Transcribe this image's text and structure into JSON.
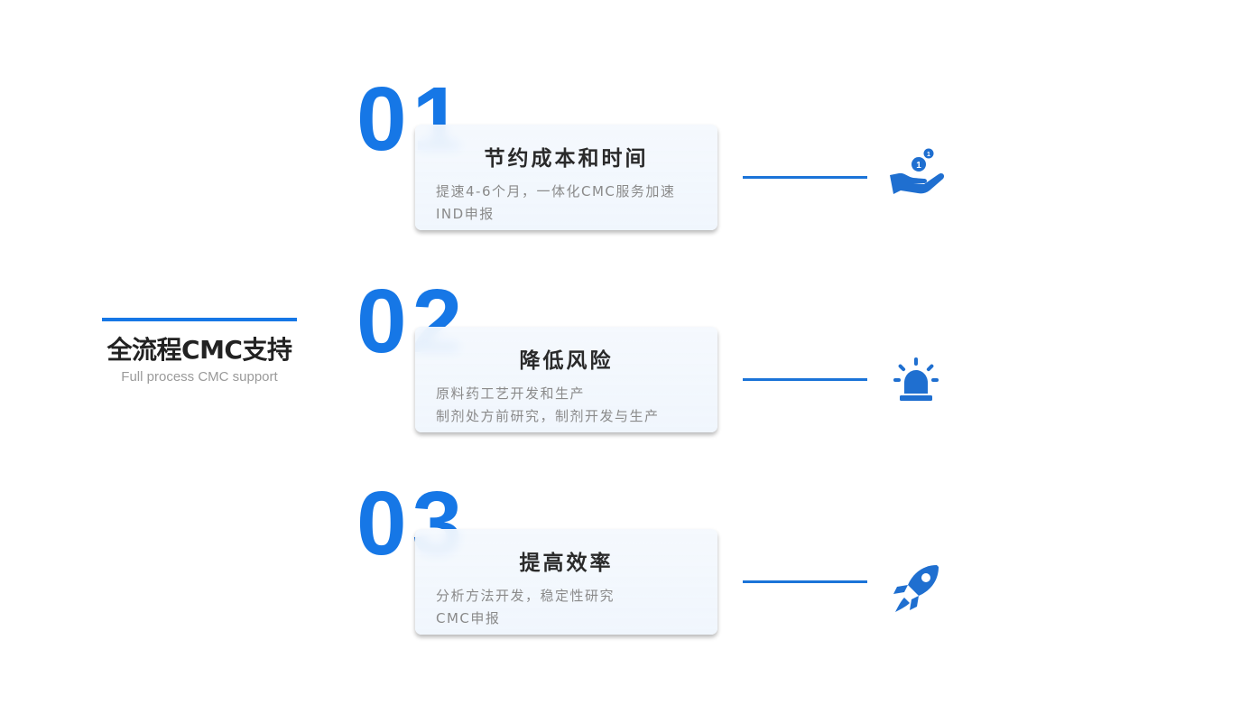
{
  "heading": {
    "title": "全流程CMC支持",
    "subtitle": "Full process CMC support"
  },
  "items": [
    {
      "number": "01",
      "title": "节约成本和时间",
      "desc_lines": [
        "提速4-6个月，一体化CMC服务加速",
        "IND申报"
      ],
      "icon": "hand-coins-icon"
    },
    {
      "number": "02",
      "title": "降低风险",
      "desc_lines": [
        "原料药工艺开发和生产",
        "制剂处方前研究，制剂开发与生产"
      ],
      "icon": "alarm-siren-icon"
    },
    {
      "number": "03",
      "title": "提高效率",
      "desc_lines": [
        "分析方法开发，稳定性研究",
        "CMC申报"
      ],
      "icon": "rocket-icon"
    }
  ],
  "colors": {
    "accent": "#1677e6",
    "line": "#1b74d8",
    "icon": "#1f6fd0"
  }
}
